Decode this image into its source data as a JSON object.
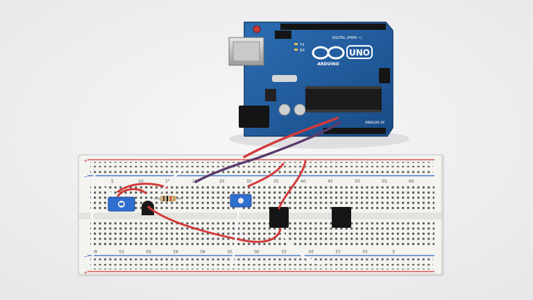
{
  "colors": {
    "background": "#f2f2f4",
    "arduino_board": "#1f5a9c",
    "breadboard": "#f3f3f0",
    "rail_red": "#d9534f",
    "rail_blue": "#4a7fc6",
    "wire_red": "#d23b3b",
    "wire_white": "#f7f7f7",
    "wire_dark": "#5b3a6b",
    "trimmer_blue": "#2f6fd0",
    "ic_black": "#161616"
  },
  "arduino": {
    "brand": "ARDUINO",
    "model": "UNO",
    "digital_label": "DIGITAL (PWM ~)",
    "analog_label": "ANALOG IN",
    "tx": "TX",
    "rx": "RX"
  },
  "breadboard": {
    "top_numbers": [
      "5",
      "10",
      "15",
      "20",
      "25",
      "30",
      "35",
      "40",
      "45",
      "50",
      "55",
      "60"
    ],
    "bottom_numbers": [
      "60",
      "55",
      "50",
      "45",
      "40",
      "35",
      "30",
      "25",
      "20",
      "15",
      "10",
      "5"
    ],
    "plus": "+",
    "minus": "−"
  }
}
